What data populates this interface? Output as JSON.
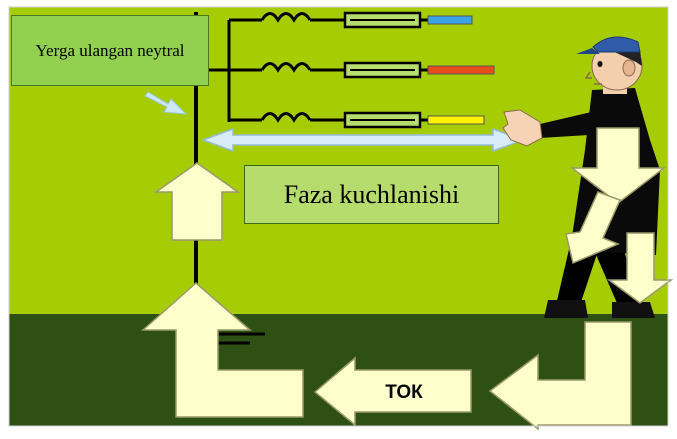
{
  "labels": {
    "grounded_neutral": "Yerga ulangan neytral",
    "phase_voltage": "Faza kuchlanishi",
    "current": "ТОК"
  },
  "colors": {
    "sky": "#a6cd04",
    "ground": "#2e5113",
    "arrow_fill": "#ffffcc",
    "phase_1": "#3ba3e6",
    "phase_2": "#e84e1b",
    "phase_3": "#fff200",
    "box_fill": "#92d050"
  },
  "icons": {
    "person": "worker-touching-wire-icon",
    "inductor": "coil-icon",
    "fuse": "fuse-icon"
  }
}
